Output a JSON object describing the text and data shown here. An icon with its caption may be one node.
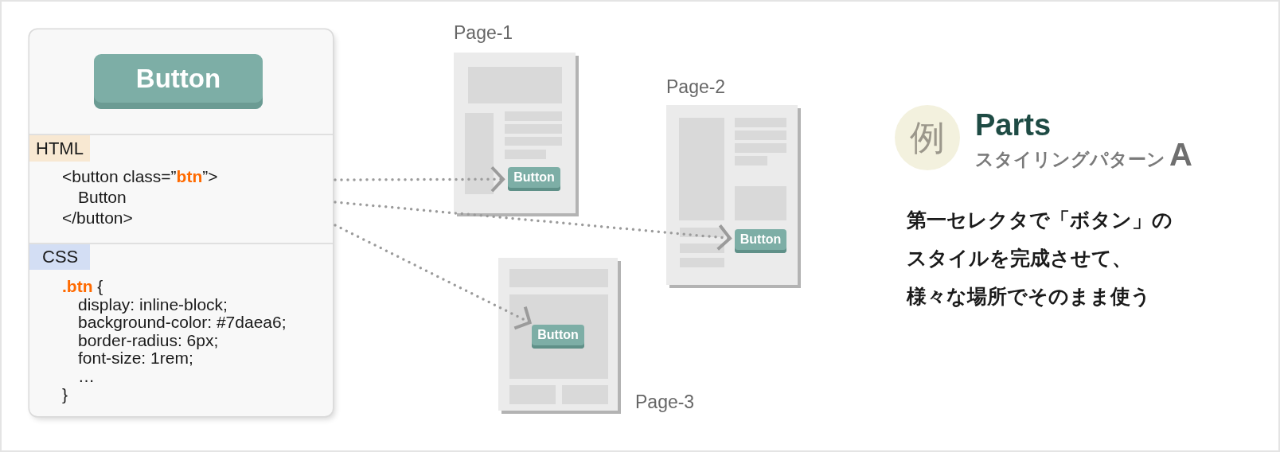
{
  "diagram": {
    "title": "Parts",
    "nodes": [
      {
        "text": [],
        "shape": "box"
      },
      {
        "text": [
          "Button"
        ],
        "in": 0
      },
      {
        "text": [
          "HTML",
          "<button class=”**btn**”>",
          "Button",
          "</button>"
        ],
        "in": 0
      },
      {
        "text": [
          "CSS",
          "**.btn** {",
          "display: inline-block;",
          "background-color: #7daea6;",
          "border-radius: 6px;",
          "font-size: 1rem;",
          "…",
          "}"
        ],
        "in": 0
      },
      {
        "text": [
          "Page-1"
        ]
      },
      {
        "text": [
          "Button"
        ],
        "in": 4
      },
      {
        "text": [
          "Page-2"
        ]
      },
      {
        "text": [
          "Button"
        ],
        "in": 6
      },
      {
        "text": [
          "Page-3"
        ]
      },
      {
        "text": [
          "Button"
        ],
        "in": 8
      },
      {
        "text": [
          "例"
        ]
      }
    ],
    "edges": [
      {
        "from": 0,
        "to": 5,
        "arrow": "to",
        "style": "dashed"
      },
      {
        "from": 0,
        "to": 7,
        "arrow": "to",
        "style": "dashed"
      },
      {
        "from": 0,
        "to": 9,
        "arrow": "to",
        "style": "dashed"
      }
    ],
    "labels": [
      "スタイリングパターン**A**",
      "第一セレクタで「ボタン」の",
      "スタイルを完成させて、",
      "様々な場所でそのまま使う"
    ]
  }
}
